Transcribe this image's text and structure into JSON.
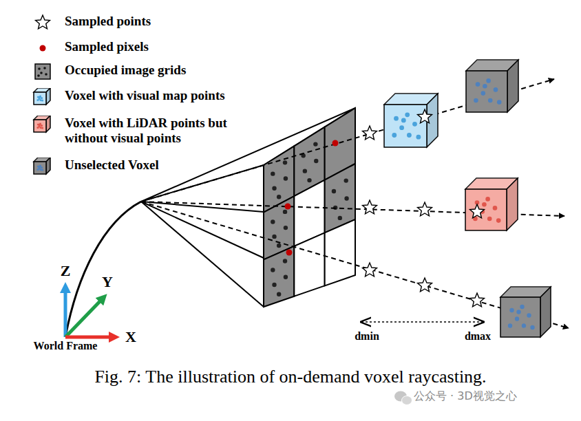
{
  "diagram": {
    "caption": "Fig. 7: The illustration of on-demand voxel raycasting.",
    "labels": [
      "Z",
      "Y",
      "X",
      "World Frame",
      "dmin",
      "dmax",
      "公众号 · 3D视觉之心"
    ],
    "legend": [
      {
        "text": "Sampled points"
      },
      {
        "text": "Sampled pixels",
        "color": "#c00000"
      },
      {
        "text": "Occupied image grids",
        "color": "#8c8c8c"
      },
      {
        "text": "Voxel with visual map points",
        "color": "#bfe3f7"
      },
      {
        "text": "Voxel with LiDAR points but without visual points",
        "color": "#f5aba3"
      },
      {
        "text": "Unselected Voxel",
        "color": "#8c8c8c"
      }
    ]
  }
}
